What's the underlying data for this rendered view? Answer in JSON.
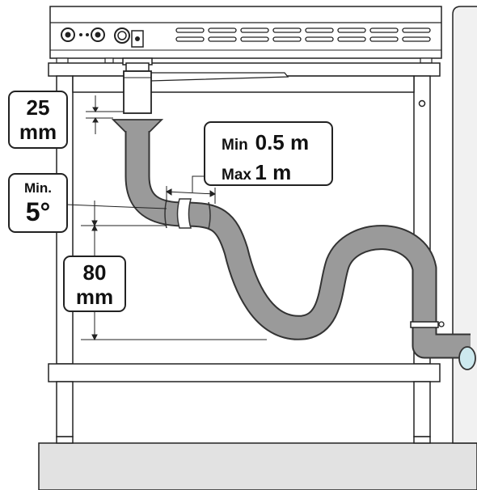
{
  "labels": {
    "air_gap": {
      "value": "25",
      "unit": "mm"
    },
    "slope": {
      "prefix": "Min.",
      "value": "5°"
    },
    "height": {
      "value": "80",
      "unit": "mm"
    },
    "length": {
      "min_word": "Min",
      "min_value": "0.5 m",
      "max_word": "Max",
      "max_value": "1 m"
    }
  },
  "colors": {
    "outline": "#222222",
    "hose": "#9a9a9a",
    "hose_outline": "#333333",
    "floor": "#e2e2e2",
    "wall": "#f1f1f1",
    "outlet": "#cde9ee"
  }
}
